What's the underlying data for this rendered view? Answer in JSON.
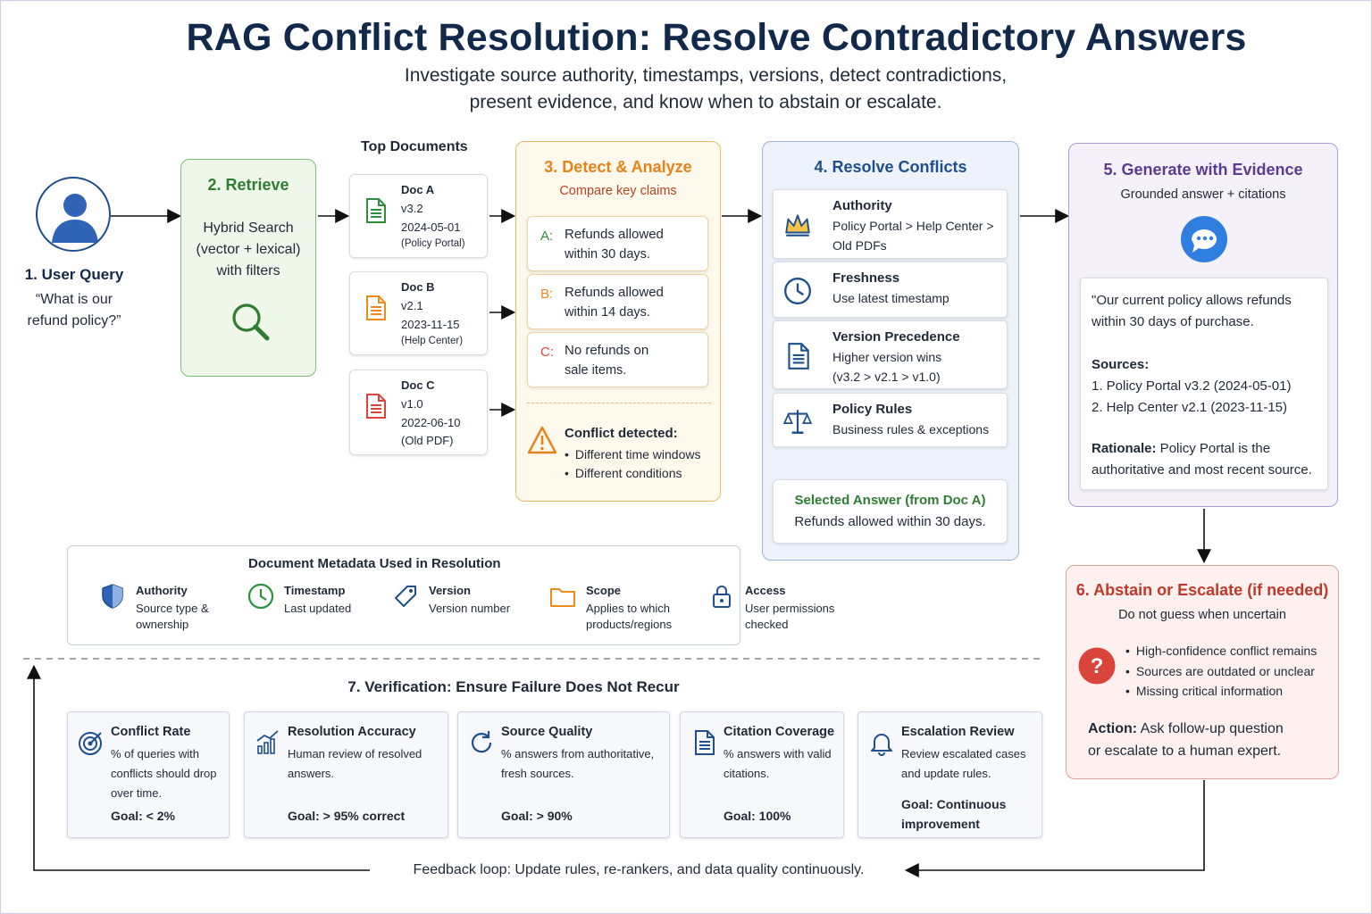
{
  "title": "RAG Conflict Resolution: Resolve Contradictory Answers",
  "subtitle_line1": "Investigate source authority, timestamps, versions, detect contradictions,",
  "subtitle_line2": "present evidence, and know when to abstain or escalate.",
  "step1": {
    "label": "1. User Query",
    "query_line1": "“What is our",
    "query_line2": "refund policy?”",
    "icon": "user-icon"
  },
  "step2": {
    "title": "2. Retrieve",
    "line1": "Hybrid Search",
    "line2": "(vector + lexical)",
    "line3": "with filters",
    "icon": "search-icon"
  },
  "top_docs": {
    "title": "Top Documents",
    "docs": [
      {
        "name": "Doc A",
        "version": "v3.2",
        "date": "2024-05-01",
        "source": "(Policy Portal)",
        "color": "#2f8f3a"
      },
      {
        "name": "Doc B",
        "version": "v2.1",
        "date": "2023-11-15",
        "source": "(Help Center)",
        "color": "#ef8a1c"
      },
      {
        "name": "Doc C",
        "version": "v1.0",
        "date": "2022-06-10",
        "source": "(Old PDF)",
        "color": "#d9453a"
      }
    ]
  },
  "step3": {
    "title": "3. Detect & Analyze",
    "subtitle": "Compare key claims",
    "claims": [
      {
        "tag": "A:",
        "line1": "Refunds allowed",
        "line2": "within 30 days."
      },
      {
        "tag": "B:",
        "line1": "Refunds allowed",
        "line2": "within 14 days."
      },
      {
        "tag": "C:",
        "line1": "No refunds on",
        "line2": "sale items."
      }
    ],
    "conflict_title": "Conflict detected:",
    "conflict_items": [
      "Different time windows",
      "Different conditions"
    ]
  },
  "step4": {
    "title": "4. Resolve Conflicts",
    "rules": [
      {
        "name": "Authority",
        "line1": "Policy Portal > Help Center >",
        "line2": "Old PDFs",
        "icon": "crown-icon"
      },
      {
        "name": "Freshness",
        "line1": "Use latest timestamp",
        "line2": "",
        "icon": "clock-icon"
      },
      {
        "name": "Version Precedence",
        "line1": "Higher version wins",
        "line2": "(v3.2 > v2.1 > v1.0)",
        "icon": "document-icon"
      },
      {
        "name": "Policy Rules",
        "line1": "Business rules & exceptions",
        "line2": "",
        "icon": "scales-icon"
      }
    ],
    "selected_title": "Selected Answer (from Doc A)",
    "selected_text": "Refunds allowed within 30 days."
  },
  "step5": {
    "title": "5. Generate with Evidence",
    "subtitle": "Grounded answer + citations",
    "icon": "chat-bubble-icon",
    "answer_line1": "\"Our current policy allows refunds",
    "answer_line2": "within 30 days of purchase.",
    "sources_label": "Sources:",
    "sources": [
      "1.  Policy Portal v3.2 (2024-05-01)",
      "2.  Help Center v2.1 (2023-11-15)"
    ],
    "rationale_label": "Rationale:",
    "rationale_line1": " Policy Portal is the",
    "rationale_line2": "authoritative and most recent source."
  },
  "step6": {
    "title": "6. Abstain or Escalate (if needed)",
    "subtitle": "Do not guess when uncertain",
    "icon": "question-icon",
    "conditions": [
      "High-confidence conflict remains",
      "Sources are outdated or unclear",
      "Missing critical information"
    ],
    "action_label": "Action:",
    "action_line1": " Ask follow-up question",
    "action_line2": "or escalate to a human expert."
  },
  "metadata": {
    "title": "Document Metadata Used in Resolution",
    "items": [
      {
        "name": "Authority",
        "line1": "Source type &",
        "line2": "ownership",
        "icon": "shield-icon"
      },
      {
        "name": "Timestamp",
        "line1": "Last updated",
        "line2": "",
        "icon": "clock-icon"
      },
      {
        "name": "Version",
        "line1": "Version number",
        "line2": "",
        "icon": "tag-icon"
      },
      {
        "name": "Scope",
        "line1": "Applies to which",
        "line2": "products/regions",
        "icon": "folder-icon"
      },
      {
        "name": "Access",
        "line1": "User permissions",
        "line2": "checked",
        "icon": "lock-icon"
      }
    ]
  },
  "verification": {
    "title": "7. Verification: Ensure Failure Does Not Recur",
    "metrics": [
      {
        "name": "Conflict Rate",
        "lines": [
          "% of queries with",
          "conflicts should drop",
          "over time."
        ],
        "goal": "Goal: < 2%",
        "icon": "target-icon"
      },
      {
        "name": "Resolution Accuracy",
        "lines": [
          "Human review of resolved",
          "answers."
        ],
        "goal": "Goal: > 95% correct",
        "icon": "bar-chart-icon"
      },
      {
        "name": "Source Quality",
        "lines": [
          "% answers from authoritative,",
          "fresh sources."
        ],
        "goal": "Goal: > 90%",
        "icon": "refresh-icon"
      },
      {
        "name": "Citation Coverage",
        "lines": [
          "% answers with valid",
          "citations."
        ],
        "goal": "Goal: 100%",
        "icon": "document-icon"
      },
      {
        "name": "Escalation Review",
        "lines": [
          "Review escalated cases",
          "and update rules."
        ],
        "goal": "Goal: Continuous improvement",
        "icon": "bell-icon"
      }
    ]
  },
  "feedback": "Feedback loop: Update rules, re-rankers, and data quality continuously."
}
